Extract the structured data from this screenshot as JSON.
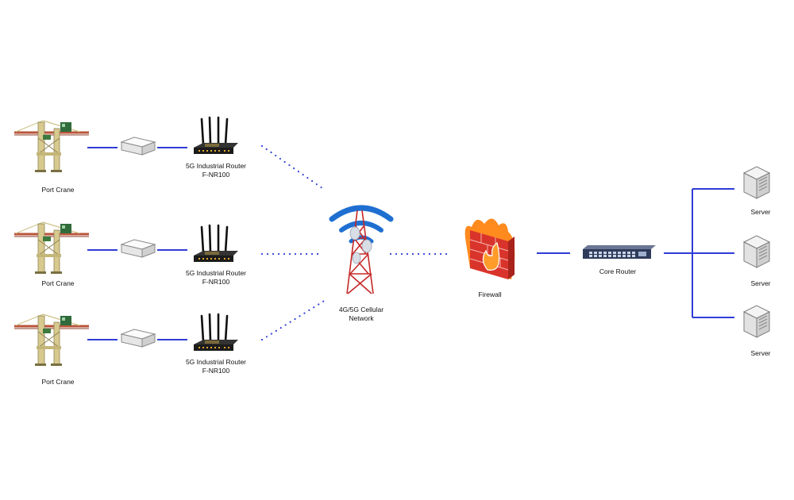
{
  "crane_label": "Port Crane",
  "router_label_line1": "5G Industrial Router",
  "router_label_line2": "F-NR100",
  "tower_label_line1": "4G/5G Cellular",
  "tower_label_line2": "Network",
  "firewall_label": "Firewall",
  "core_router_label": "Core Router",
  "server_label": "Server",
  "colors": {
    "link": "#2f3dd6",
    "dotted_link": "#2f3dd6",
    "crane_body": "#d8c98e",
    "crane_boom": "#b9553a",
    "wifi_arc": "#1f6fd1",
    "tower": "#c62828",
    "firewall": "#d9342b",
    "flame": "#ff8a1e",
    "core_router": "#2f3b5a"
  }
}
